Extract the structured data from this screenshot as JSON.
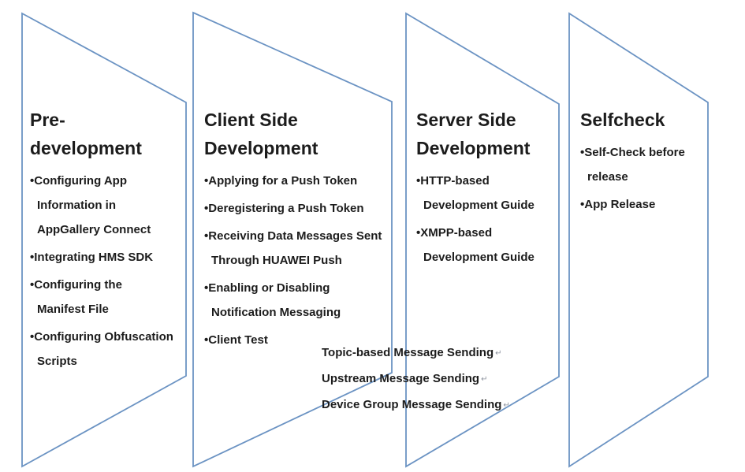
{
  "glyphs": {
    "bullet": "•",
    "return_mark": "↵"
  },
  "colors": {
    "outline": "#6b93c3",
    "text": "#1c1c1c",
    "mark": "#8d939e"
  },
  "panels": [
    {
      "name": "pre-development",
      "title_lines": [
        "Pre-",
        "development"
      ],
      "items": [
        {
          "lines": [
            "Configuring App",
            "Information in",
            "AppGallery Connect"
          ]
        },
        {
          "lines": [
            "Integrating HMS SDK"
          ]
        },
        {
          "lines": [
            "Configuring the",
            "Manifest File"
          ]
        },
        {
          "lines": [
            "Configuring Obfuscation",
            "Scripts"
          ]
        }
      ]
    },
    {
      "name": "client-side-development",
      "title_lines": [
        "Client Side",
        "Development"
      ],
      "items": [
        {
          "lines": [
            "Applying for a Push Token"
          ]
        },
        {
          "lines": [
            "Deregistering a Push Token"
          ]
        },
        {
          "lines": [
            "Receiving Data Messages Sent",
            "Through HUAWEI Push"
          ]
        },
        {
          "lines": [
            "Enabling or Disabling",
            "Notification Messaging"
          ]
        },
        {
          "lines": [
            "Client Test"
          ]
        }
      ]
    },
    {
      "name": "server-side-development",
      "title_lines": [
        "Server Side",
        "Development"
      ],
      "items": [
        {
          "lines": [
            "HTTP-based",
            "Development Guide"
          ]
        },
        {
          "lines": [
            "XMPP-based",
            "Development Guide"
          ]
        }
      ]
    },
    {
      "name": "selfcheck",
      "title_lines": [
        "Selfcheck"
      ],
      "items": [
        {
          "lines": [
            "Self-Check before",
            "release"
          ]
        },
        {
          "lines": [
            "App Release"
          ]
        }
      ]
    }
  ],
  "floating_notes": [
    "Topic-based Message Sending",
    "Upstream Message Sending",
    "Device Group Message Sending"
  ]
}
